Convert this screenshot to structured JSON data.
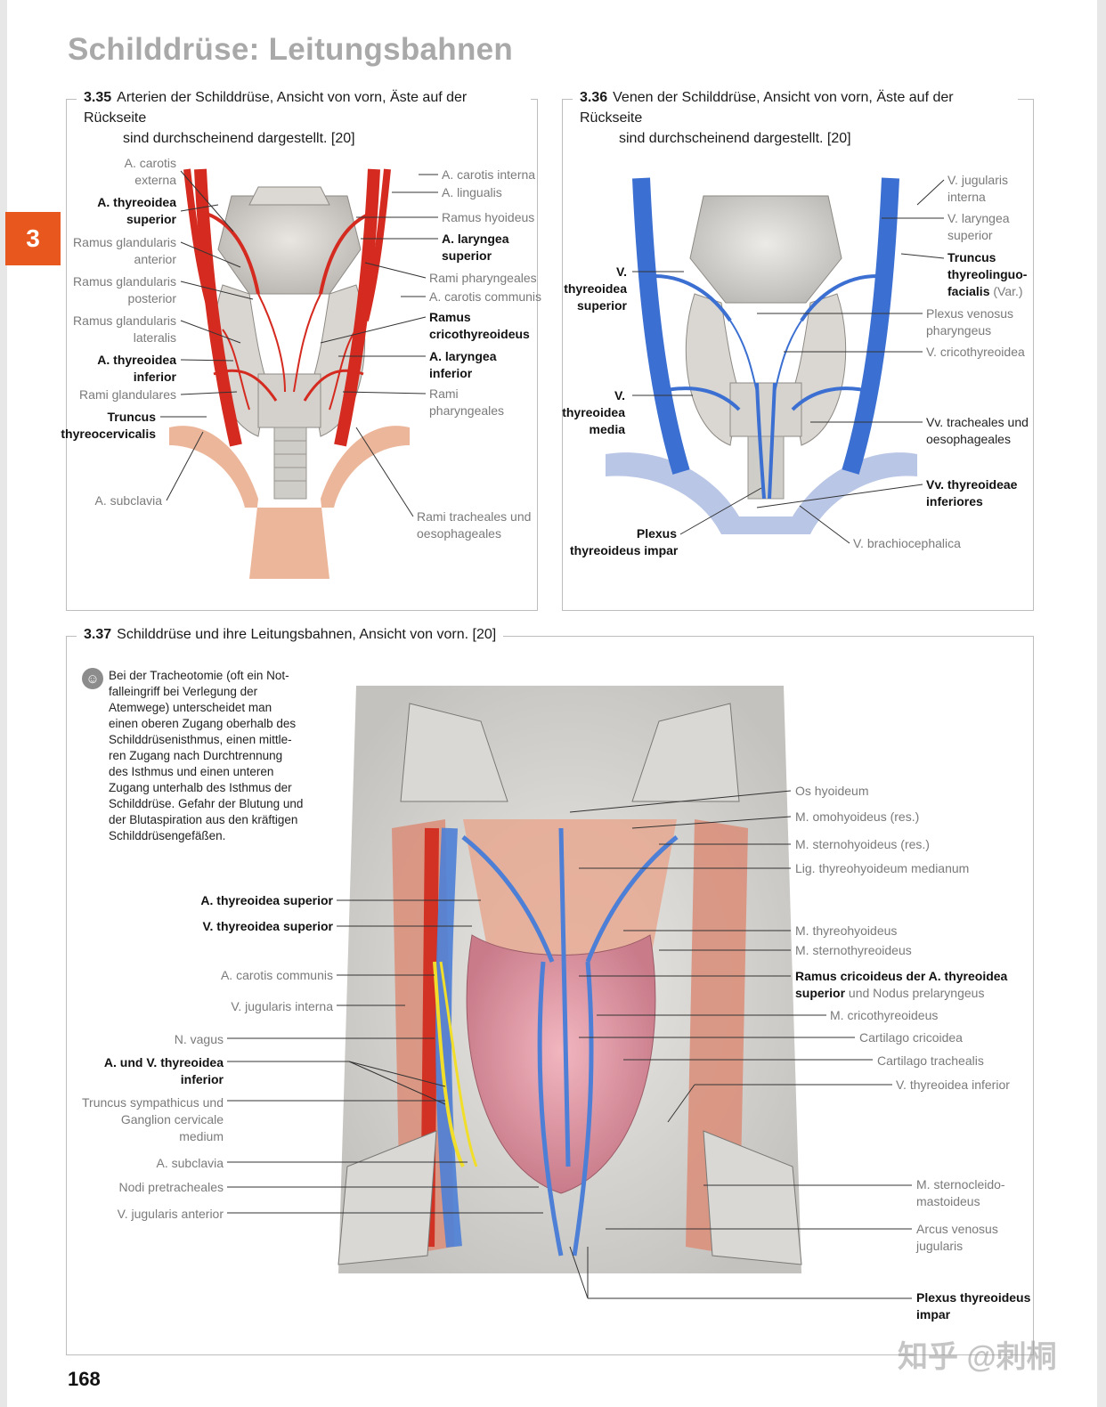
{
  "page": {
    "title": "Schilddrüse: Leitungsbahnen",
    "chapter": "3",
    "number": "168",
    "watermark": "知乎 @刺桐"
  },
  "fig35": {
    "num": "3.35",
    "caption_l1": "Arterien der Schilddrüse, Ansicht von vorn, Äste auf der Rückseite",
    "caption_l2": "sind durchscheinend dargestellt. [20]",
    "labels": {
      "a_carotis_externa_1": "A. carotis",
      "a_carotis_externa_2": "externa",
      "a_thyreoidea_sup_1": "A. thyreoidea",
      "a_thyreoidea_sup_2": "superior",
      "ramus_gl_ant_1": "Ramus glandularis",
      "ramus_gl_ant_2": "anterior",
      "ramus_gl_post_1": "Ramus glandularis",
      "ramus_gl_post_2": "posterior",
      "ramus_gl_lat_1": "Ramus glandularis",
      "ramus_gl_lat_2": "lateralis",
      "a_thyreoidea_inf_1": "A. thyreoidea",
      "a_thyreoidea_inf_2": "inferior",
      "rami_glandulares": "Rami glandulares",
      "truncus_1": "Truncus",
      "truncus_2": "thyreocervicalis",
      "a_subclavia": "A. subclavia",
      "a_carotis_interna": "A. carotis interna",
      "a_lingualis": "A. lingualis",
      "ramus_hyoideus": "Ramus hyoideus",
      "a_laryngea_sup_1": "A. laryngea",
      "a_laryngea_sup_2": "superior",
      "rami_pharyngeales": "Rami pharyngeales",
      "a_carotis_communis": "A. carotis communis",
      "ramus_crico_1": "Ramus",
      "ramus_crico_2": "cricothyreoideus",
      "a_laryngea_inf_1": "A. laryngea",
      "a_laryngea_inf_2": "inferior",
      "rami_phar2_1": "Rami",
      "rami_phar2_2": "pharyngeales",
      "rami_trach_1": "Rami tracheales und",
      "rami_trach_2": "oesophageales"
    }
  },
  "fig36": {
    "num": "3.36",
    "caption_l1": "Venen der Schilddrüse, Ansicht von vorn, Äste auf der Rückseite",
    "caption_l2": "sind durchscheinend dargestellt. [20]",
    "labels": {
      "v_thyr_sup_1": "V.",
      "v_thyr_sup_2": "thyreoidea",
      "v_thyr_sup_3": "superior",
      "v_thyr_med_1": "V.",
      "v_thyr_med_2": "thyreoidea",
      "v_thyr_med_3": "media",
      "plexus_1": "Plexus",
      "plexus_2": "thyreoideus impar",
      "v_jug_int_1": "V. jugularis",
      "v_jug_int_2": "interna",
      "v_lar_sup_1": "V. laryngea",
      "v_lar_sup_2": "superior",
      "truncus_1": "Truncus",
      "truncus_2": "thyreolinguo-",
      "truncus_3": "facialis",
      "truncus_var": "(Var.)",
      "plexus_ven_1": "Plexus venosus",
      "plexus_ven_2": "pharyngeus",
      "v_crico": "V. cricothyreoidea",
      "vv_trach_1": "Vv. tracheales und",
      "vv_trach_2": "oesophageales",
      "vv_thyr_inf_1": "Vv. thyreoideae",
      "vv_thyr_inf_2": "inferiores",
      "v_brachio": "V. brachiocephalica"
    }
  },
  "fig37": {
    "num": "3.37",
    "caption": "Schilddrüse und ihre Leitungsbahnen, Ansicht von vorn. [20]",
    "note_icon": "☺",
    "note_lines": [
      "Bei der Tracheotomie (oft ein Not-",
      "falleingriff bei Verlegung der",
      "Atemwege) unterscheidet man",
      "einen oberen Zugang oberhalb des",
      "Schilddrüsenisthmus, einen mittle-",
      "ren Zugang nach Durchtrennung",
      "des Isthmus und einen unteren",
      "Zugang unterhalb des Isthmus der",
      "Schilddrüse. Gefahr der Blutung und",
      "der Blutaspiration aus den kräftigen",
      "Schilddrüsengefäßen."
    ],
    "labels": {
      "a_thyr_sup": "A. thyreoidea superior",
      "v_thyr_sup": "V. thyreoidea superior",
      "a_carotis_comm": "A. carotis communis",
      "v_jug_int": "V. jugularis interna",
      "n_vagus": "N. vagus",
      "a_v_thyr_inf_1": "A. und V. thyreoidea",
      "a_v_thyr_inf_2": "inferior",
      "truncus_symp_1": "Truncus sympathicus und",
      "truncus_symp_2": "Ganglion cervicale",
      "truncus_symp_3": "medium",
      "a_subclavia": "A. subclavia",
      "nodi": "Nodi pretracheales",
      "v_jug_ant": "V. jugularis  anterior",
      "os_hyoideum": "Os hyoideum",
      "m_omohyoideus": "M. omohyoideus (res.)",
      "m_sternohyoideus": "M. sternohyoideus (res.)",
      "lig_thyreohyoideum": "Lig. thyreohyoideum medianum",
      "m_thyreohyoideus": "M. thyreohyoideus",
      "m_sternothyreoideus": "M. sternothyreoideus",
      "ramus_cric_1": "Ramus cricoideus der A. thyreoidea",
      "ramus_cric_2b": "superior",
      "ramus_cric_2": "und Nodus prelaryngeus",
      "m_cricothyreoideus": "M. cricothyreoideus",
      "cart_cricoidea": "Cartilago cricoidea",
      "cart_trachealis": "Cartilago trachealis",
      "v_thyr_inf": "V. thyreoidea inferior",
      "m_scm_1": "M. sternocleido-",
      "m_scm_2": "mastoideus",
      "arcus_1": "Arcus venosus",
      "arcus_2": "jugularis",
      "plexus_1": "Plexus thyreoideus",
      "plexus_2": "impar"
    }
  }
}
